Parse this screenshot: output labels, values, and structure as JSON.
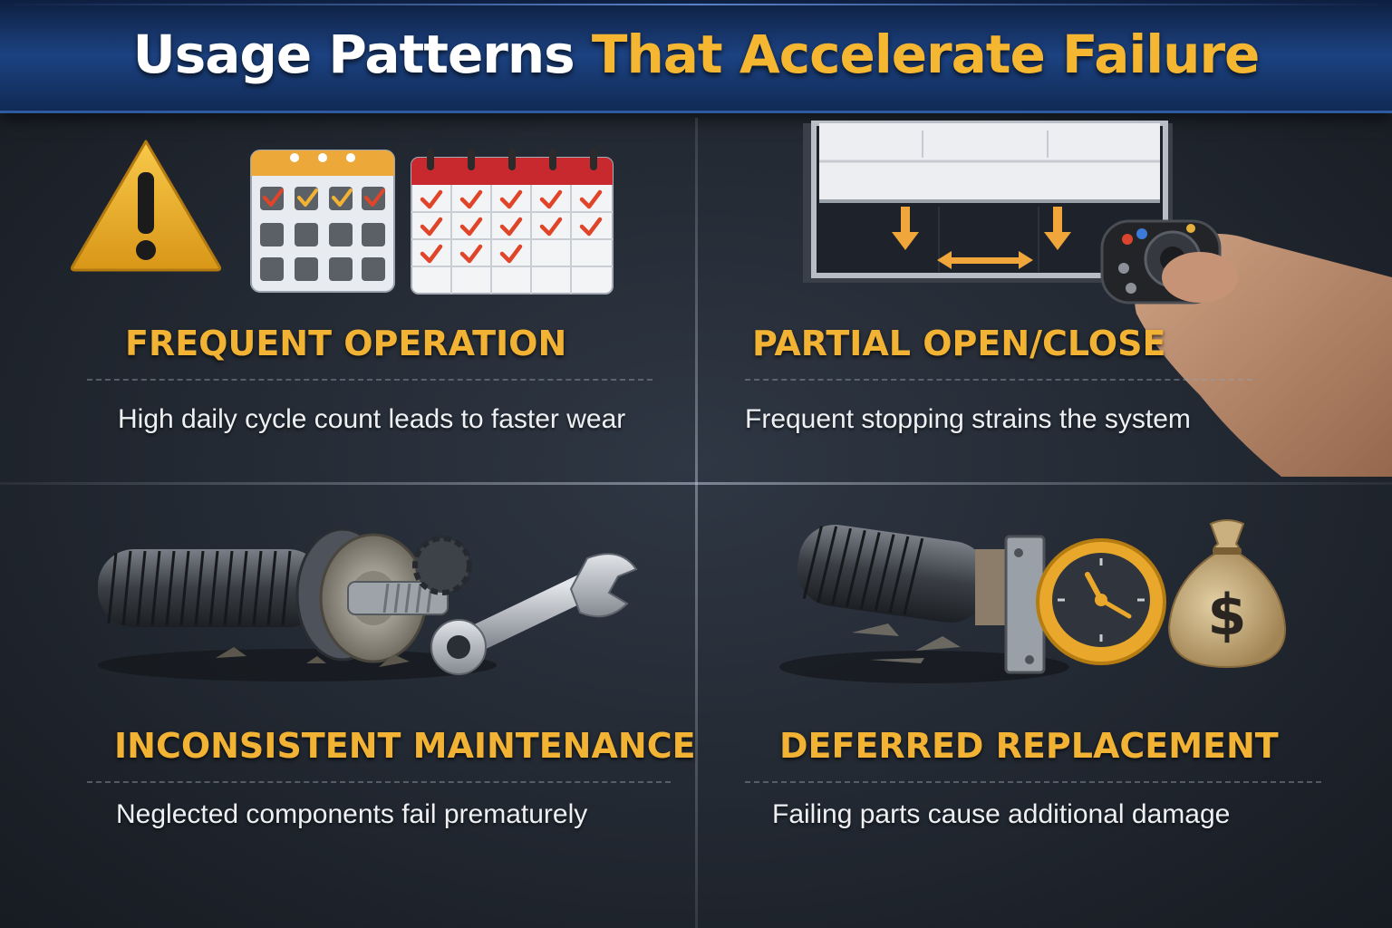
{
  "title": {
    "part1": "Usage Patterns",
    "part2": "That Accelerate Failure"
  },
  "panels": [
    {
      "heading": "FREQUENT OPERATION",
      "description": "High daily cycle count leads to faster wear",
      "icons": [
        "warning-icon",
        "calendar-icon",
        "calendar-icon"
      ]
    },
    {
      "heading": "PARTIAL OPEN/CLOSE",
      "description": "Frequent stopping strains the system",
      "icons": [
        "garage-door-icon",
        "remote-control-icon"
      ]
    },
    {
      "heading": "INCONSISTENT MAINTENANCE",
      "description": "Neglected components fail prematurely",
      "icons": [
        "spring-icon",
        "wrench-icon"
      ]
    },
    {
      "heading": "DEFERRED REPLACEMENT",
      "description": "Failing parts cause additional damage",
      "icons": [
        "spring-icon",
        "clock-icon",
        "money-bag-icon"
      ]
    }
  ],
  "colors": {
    "accent": "#f2b233",
    "header": "#1c4281",
    "background": "#222831",
    "check": "#e0452a"
  }
}
